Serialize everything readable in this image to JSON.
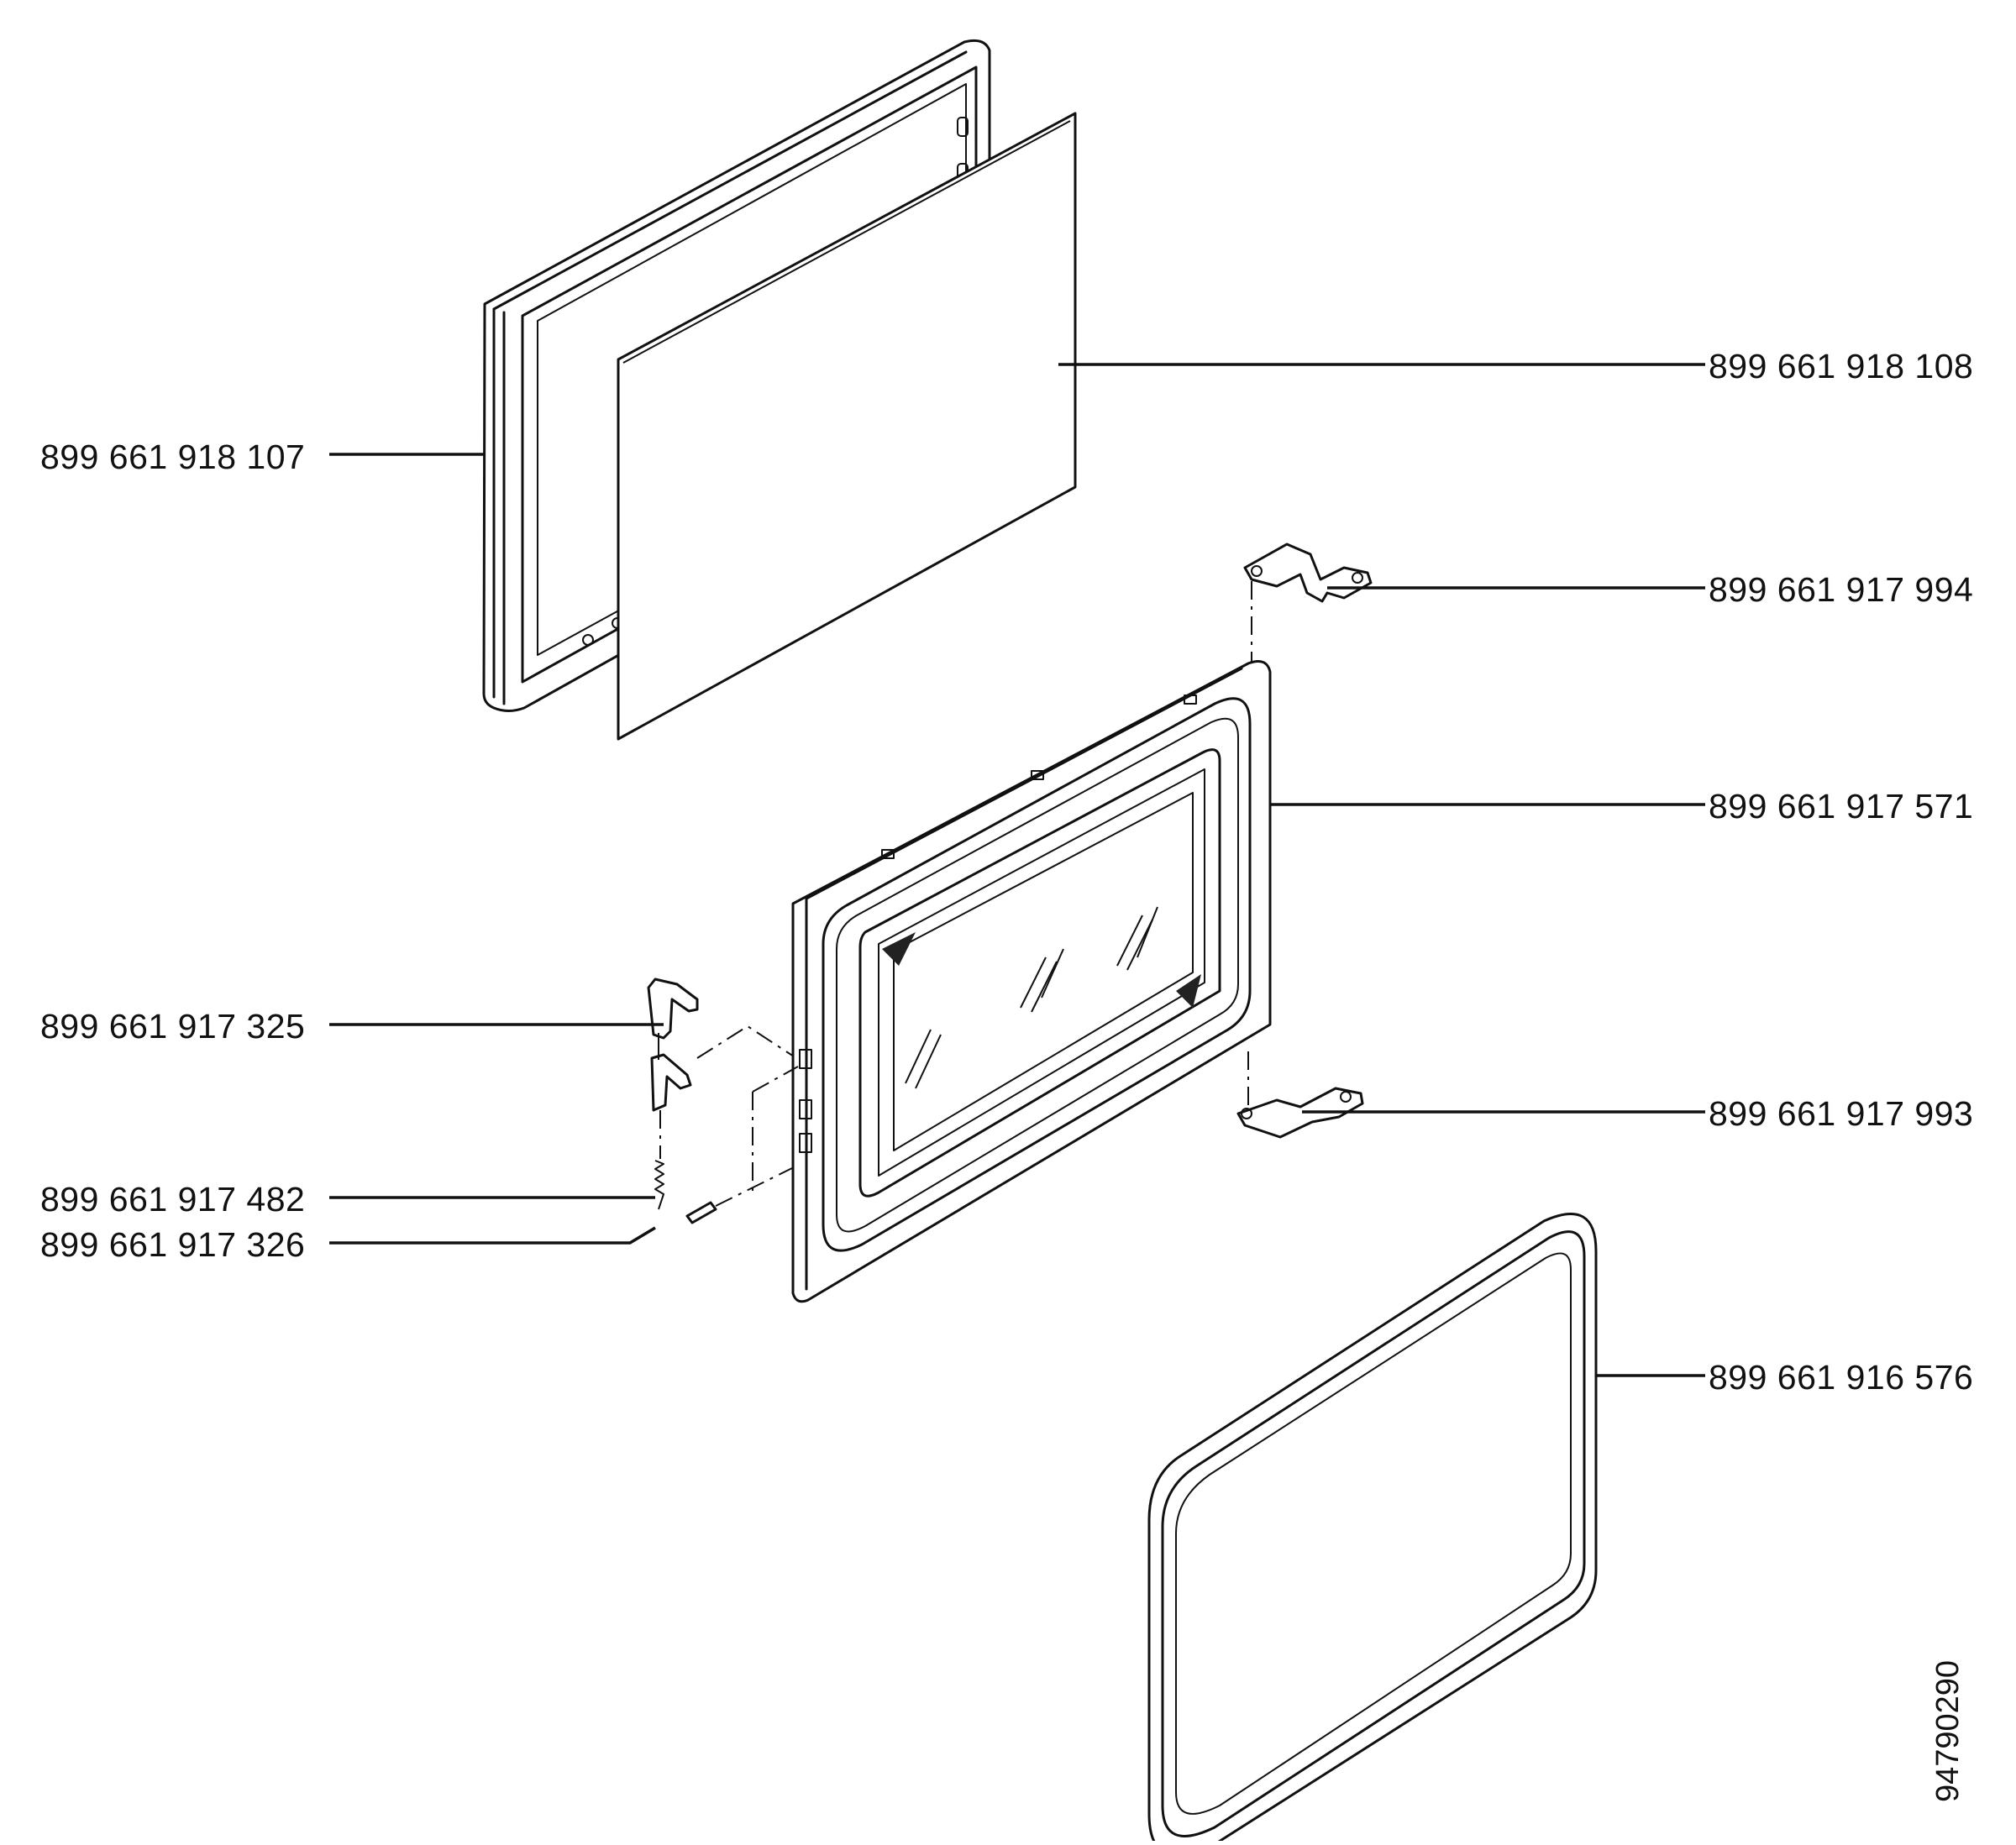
{
  "diagram": {
    "document_number": "94790290",
    "callouts": [
      {
        "id": "outer-frame",
        "part_number": "899 661 918 107"
      },
      {
        "id": "inner-glass",
        "part_number": "899 661 918 108"
      },
      {
        "id": "upper-hinge",
        "part_number": "899 661 917 994"
      },
      {
        "id": "door-panel",
        "part_number": "899 661 917 571"
      },
      {
        "id": "latch-hook",
        "part_number": "899 661 917 325"
      },
      {
        "id": "lower-hinge",
        "part_number": "899 661 917 993"
      },
      {
        "id": "latch-spring",
        "part_number": "899 661 917 482"
      },
      {
        "id": "latch-pin",
        "part_number": "899 661 917 326"
      },
      {
        "id": "door-seal",
        "part_number": "899 661 916 576"
      }
    ]
  }
}
